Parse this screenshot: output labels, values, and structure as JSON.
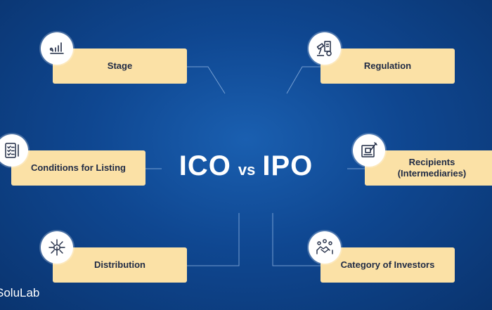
{
  "title": {
    "left": "ICO",
    "vs": "vs",
    "right": "IPO"
  },
  "cards": {
    "stage": "Stage",
    "regulation": "Regulation",
    "conditions": "Conditions for Listing",
    "recipients_line1": "Recipients",
    "recipients_line2": "(Intermediaries)",
    "distribution": "Distribution",
    "investors": "Category of Investors"
  },
  "logo": "SoluLab",
  "colors": {
    "background": "#0f4791",
    "card": "#fbe1a6",
    "text": "#1f2a44",
    "connector": "#8fb3e0"
  },
  "icons": {
    "stage": "bar-chart-icon",
    "regulation": "gavel-document-icon",
    "conditions": "checklist-icon",
    "recipients": "signature-document-icon",
    "distribution": "distribution-cube-icon",
    "investors": "handshake-icon"
  }
}
